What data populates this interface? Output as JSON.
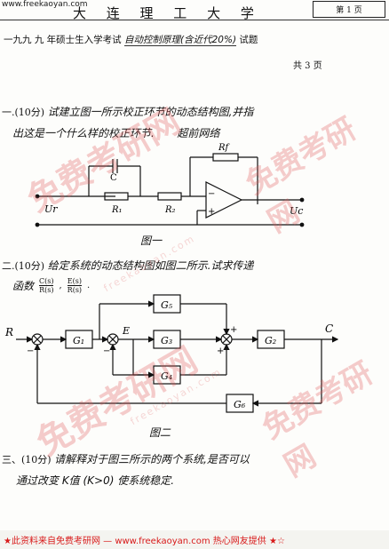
{
  "header": {
    "url": "www.freekaoyan.com",
    "university": "大 连 理 工 大 学",
    "page_label": "第 1 页",
    "exam_title": "一九九 九 年硕士生入学考试",
    "subject_handwritten": "自动控制原理(含近代20%)",
    "exam_suffix": "试题",
    "total_pages": "共 3 页"
  },
  "questions": [
    {
      "number": "一.",
      "points": "(10分)",
      "text_line1": "试建立图一所示校正环节的动态结构图,并指",
      "text_line2": "出这是一个什么样的校正环节.",
      "note": "超前网络"
    },
    {
      "number": "二.",
      "points": "(10分)",
      "text_line1": "给定系统的动态结构图如图二所示.试求传递",
      "text_line2_prefix": "函数",
      "tf1_num": "C(s)",
      "tf1_den": "R(s)",
      "tf2_num": "E(s)",
      "tf2_den": "R(s)"
    },
    {
      "number": "三、",
      "points": "(10分)",
      "text_line1": "请解释对于图三所示的两个系统,是否可以",
      "text_line2": "通过改变 K值 (K>0) 使系统稳定."
    }
  ],
  "figure1": {
    "caption": "图一",
    "capacitor": "C",
    "r1": "R₁",
    "r2": "R₂",
    "rf": "Rf",
    "input": "Ur",
    "output": "Uc",
    "minus": "−",
    "plus": "+"
  },
  "figure2": {
    "caption": "图二",
    "input": "R",
    "output": "C",
    "error": "E",
    "g1": "G₁",
    "g2": "G₂",
    "g3": "G₃",
    "g4": "G₄",
    "g5": "G₅",
    "g6": "G₆"
  },
  "watermark": {
    "big": "免费考研网",
    "small": "freekaoyan.com"
  },
  "footer": "★此资料来自免费考研网 — www.freekaoyan.com 热心网友提供 ★☆"
}
